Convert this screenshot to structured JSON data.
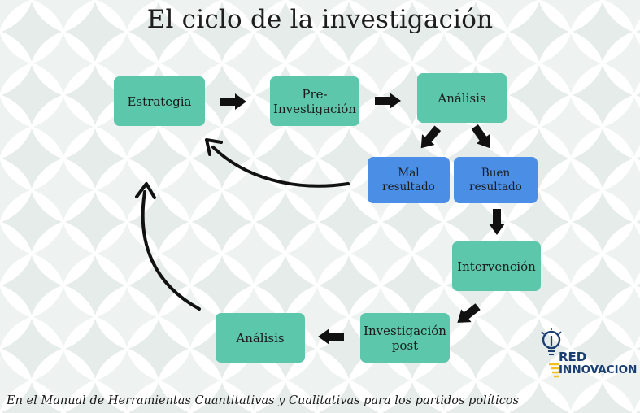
{
  "title": "El ciclo de la investigación",
  "nodes": {
    "estrategia": "Estrategia",
    "pre_line1": "Pre-",
    "pre_line2": "Investigación",
    "analisis_top": "Análisis",
    "mal_line1": "Mal",
    "mal_line2": "resultado",
    "buen_line1": "Buen",
    "buen_line2": "resultado",
    "intervencion": "Intervención",
    "post_line1": "Investigación",
    "post_line2": "post",
    "analisis_bottom": "Análisis"
  },
  "footer": "En el Manual de Herramientas Cuantitativas y Cualitativas  para los partidos políticos",
  "logo": {
    "line1": "RED",
    "line2": "INNOVACION",
    "icon": "lightbulb-icon"
  },
  "colors": {
    "node_green": "#5cc7ab",
    "node_blue": "#4a8ee6",
    "arrow": "#111111",
    "background_pattern": "#eef2f1",
    "logo_blue": "#1b3e73",
    "logo_yellow": "#f2c21b"
  }
}
